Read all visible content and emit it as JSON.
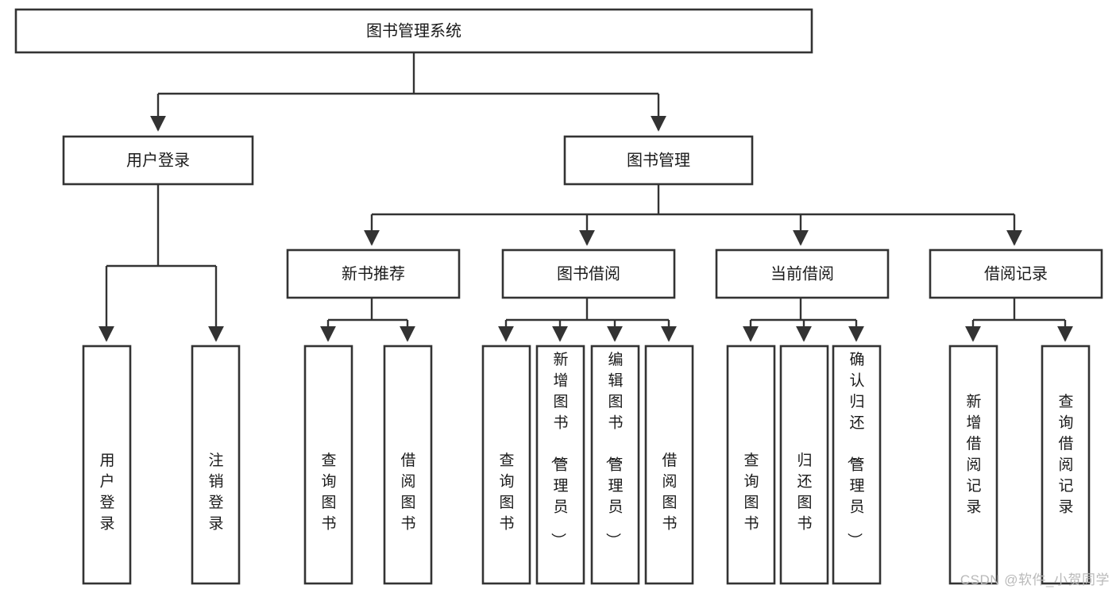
{
  "diagram": {
    "type": "tree-hierarchy",
    "title": "图书管理系统",
    "watermark": "CSDN @软件_小贺同学",
    "nodes": {
      "root": {
        "label": "图书管理系统",
        "level": 0
      },
      "l1": [
        {
          "id": "user-login",
          "label": "用户登录"
        },
        {
          "id": "book-manage",
          "label": "图书管理"
        }
      ],
      "l2": [
        {
          "id": "new-book-rec",
          "label": "新书推荐",
          "parent": "book-manage"
        },
        {
          "id": "book-borrow",
          "label": "图书借阅",
          "parent": "book-manage"
        },
        {
          "id": "current-borrow",
          "label": "当前借阅",
          "parent": "book-manage"
        },
        {
          "id": "borrow-record",
          "label": "借阅记录",
          "parent": "book-manage"
        }
      ],
      "l3": [
        {
          "id": "leaf-user-login",
          "label": "用户登录",
          "parent": "user-login"
        },
        {
          "id": "leaf-user-logout",
          "label": "注销登录",
          "parent": "user-login"
        },
        {
          "id": "leaf-query-book-1",
          "label": "查询图书",
          "parent": "new-book-rec"
        },
        {
          "id": "leaf-borrow-book-1",
          "label": "借阅图书",
          "parent": "new-book-rec"
        },
        {
          "id": "leaf-query-book-2",
          "label": "查询图书",
          "parent": "book-borrow"
        },
        {
          "id": "leaf-add-book",
          "label": "新增图书（管理员）",
          "parent": "book-borrow"
        },
        {
          "id": "leaf-edit-book",
          "label": "编辑图书（管理员）",
          "parent": "book-borrow"
        },
        {
          "id": "leaf-borrow-book-2",
          "label": "借阅图书",
          "parent": "book-borrow"
        },
        {
          "id": "leaf-query-book-3",
          "label": "查询图书",
          "parent": "current-borrow"
        },
        {
          "id": "leaf-return-book",
          "label": "归还图书",
          "parent": "current-borrow"
        },
        {
          "id": "leaf-confirm-return",
          "label": "确认归还（管理员）",
          "parent": "current-borrow"
        },
        {
          "id": "leaf-add-record",
          "label": "新增借阅记录",
          "parent": "borrow-record"
        },
        {
          "id": "leaf-query-record",
          "label": "查询借阅记录",
          "parent": "borrow-record"
        }
      ]
    },
    "colors": {
      "stroke": "#333333",
      "fill": "#ffffff",
      "text": "#1a1a1a",
      "watermark": "#b9b9b9"
    }
  }
}
